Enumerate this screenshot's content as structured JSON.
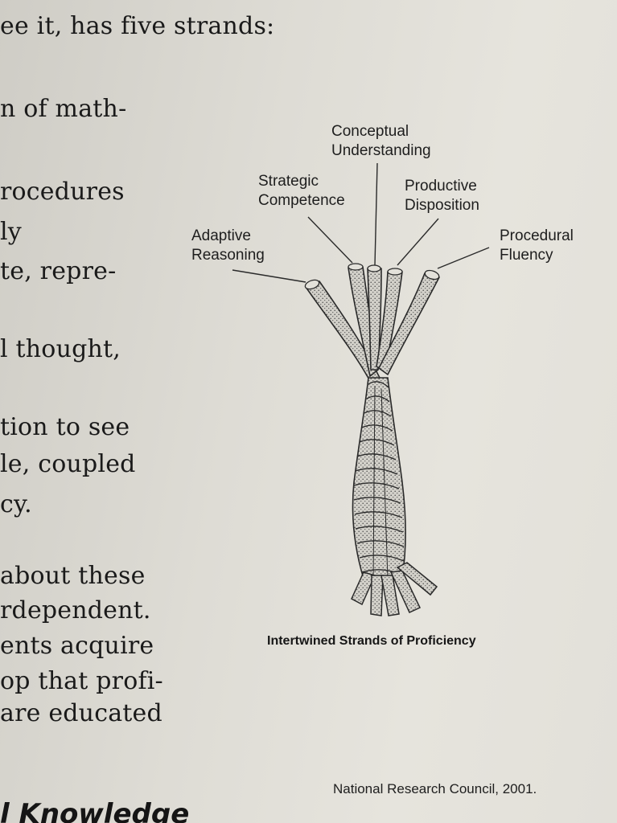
{
  "body_text": [
    "ee it, has five strands:",
    "n of math-",
    "rocedures",
    "ly",
    "te, repre-",
    "l thought,",
    "tion to see",
    "le, coupled",
    "cy.",
    "about these",
    "rdependent.",
    "ents acquire",
    "op that profi-",
    "are educated"
  ],
  "figure": {
    "labels": {
      "conceptual": [
        "Conceptual",
        "Understanding"
      ],
      "strategic": [
        "Strategic",
        "Competence"
      ],
      "productive": [
        "Productive",
        "Disposition"
      ],
      "adaptive": [
        "Adaptive",
        "Reasoning"
      ],
      "procedural": [
        "Procedural",
        "Fluency"
      ]
    },
    "caption": "Intertwined Strands of Proficiency"
  },
  "credit": "National Research Council, 2001.",
  "footer_word": "l Knowledge",
  "colors": {
    "strand_fill": "#d2d0c9",
    "stroke": "#2a2a2a",
    "text": "#1a1a1a"
  }
}
